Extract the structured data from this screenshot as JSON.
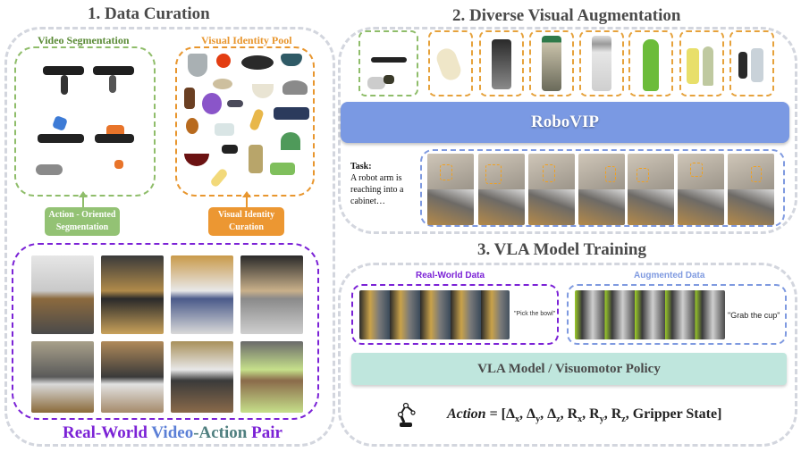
{
  "sections": {
    "curation": {
      "title": "1.   Data Curation",
      "video_segmentation_label": "Video Segmentation",
      "visual_identity_pool_label": "Visual Identity Pool",
      "action_segmentation_tag": "Action - Oriented Segmentation",
      "visual_identity_tag": "Visual Identity Curation",
      "pair_label": {
        "part1": "Real-World ",
        "part2": "Video",
        "part3": "-Action ",
        "part4": "Pair"
      }
    },
    "augmentation": {
      "title": "2. Diverse Visual Augmentation",
      "model_name": "RoboVIP",
      "task_heading": "Task:",
      "task_text": "A robot arm is reaching into a cabinet…"
    },
    "training": {
      "title": "3. VLA Model Training",
      "real_world_label": "Real-World Data",
      "augmented_label": "Augmented Data",
      "real_world_caption": "\"Pick the bowl\"",
      "augmented_caption": "\"Grab the cup\"",
      "model_box": "VLA Model / Visuomotor Policy",
      "action_formula": {
        "lhs": "Action",
        "eq": " = [",
        "terms": [
          "Δ",
          "x",
          ", Δ",
          "y",
          ", Δ",
          "z",
          ", R",
          "x",
          ", R",
          "y",
          ", R",
          "z"
        ],
        "tail": ", Gripper State]"
      }
    }
  },
  "colors": {
    "panel_border": "#d3d6de",
    "green": "#8fbd6a",
    "orange": "#e8962e",
    "purple": "#7b22d6",
    "blue": "#7f9ae0",
    "teal_box": "#bfe6dd",
    "title_gray": "#4a4a4a"
  }
}
